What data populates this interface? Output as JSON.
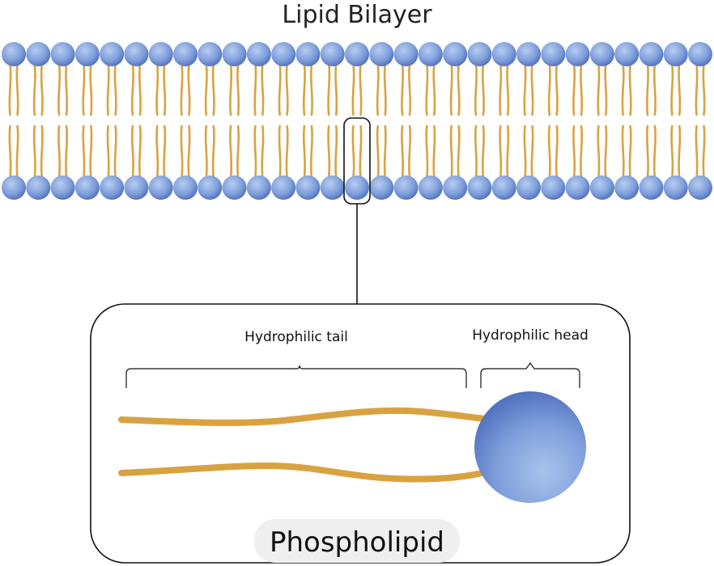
{
  "title": "Lipid Bilayer",
  "labels": {
    "tail": "Hydrophilic tail",
    "head": "Hydrophilic head",
    "molecule": "Phospholipid"
  },
  "bilayer": {
    "phospholipids_per_leaflet": 29,
    "highlighted_index": 14
  },
  "colors": {
    "head_light": "#a9c3ec",
    "head_mid": "#7f9fdc",
    "head_dark": "#4f70bd",
    "tail": "#d9a241",
    "outline": "#111111",
    "label_pill": "#efefef"
  }
}
